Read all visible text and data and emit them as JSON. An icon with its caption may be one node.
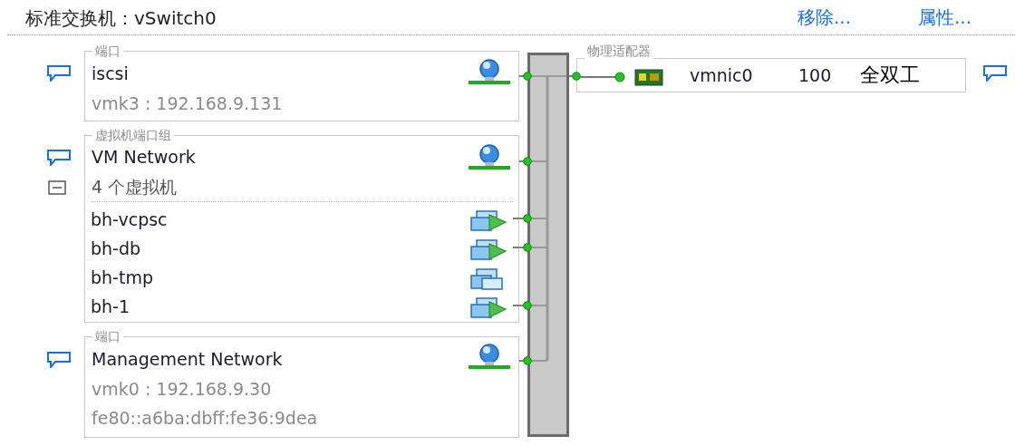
{
  "diagram": {
    "title": "标准交换机：vSwitch0",
    "nodes": [
      {
        "text": [
          "端口",
          "iscsi",
          "vmk3 : 192.168.9.131"
        ]
      },
      {
        "text": [
          "虚拟机端口组",
          "VM Network",
          "4 个虚拟机"
        ]
      },
      {
        "text": [
          "bh-vcpsc"
        ],
        "in": 1
      },
      {
        "text": [
          "bh-db"
        ],
        "in": 1
      },
      {
        "text": [
          "bh-tmp"
        ],
        "in": 1
      },
      {
        "text": [
          "bh-1"
        ],
        "in": 1
      },
      {
        "text": [
          "端口",
          "Management Network",
          "vmk0 : 192.168.9.30",
          "fe80::a6ba:dbff:fe36:9dea"
        ]
      },
      {
        "text": [],
        "shape": "bar"
      },
      {
        "text": [
          "物理适配器",
          "vmnic0",
          "100",
          "全双工"
        ]
      }
    ],
    "edges": [
      {
        "from": 0,
        "to": 7,
        "arrow": "other"
      },
      {
        "from": 1,
        "to": 7,
        "arrow": "other"
      },
      {
        "from": 2,
        "to": 7,
        "arrow": "other"
      },
      {
        "from": 3,
        "to": 7,
        "arrow": "other"
      },
      {
        "from": 5,
        "to": 7,
        "arrow": "other"
      },
      {
        "from": 6,
        "to": 7,
        "arrow": "other"
      },
      {
        "from": 7,
        "to": 8,
        "arrow": "other"
      }
    ],
    "labels": [
      "移除...",
      "属性..."
    ]
  }
}
